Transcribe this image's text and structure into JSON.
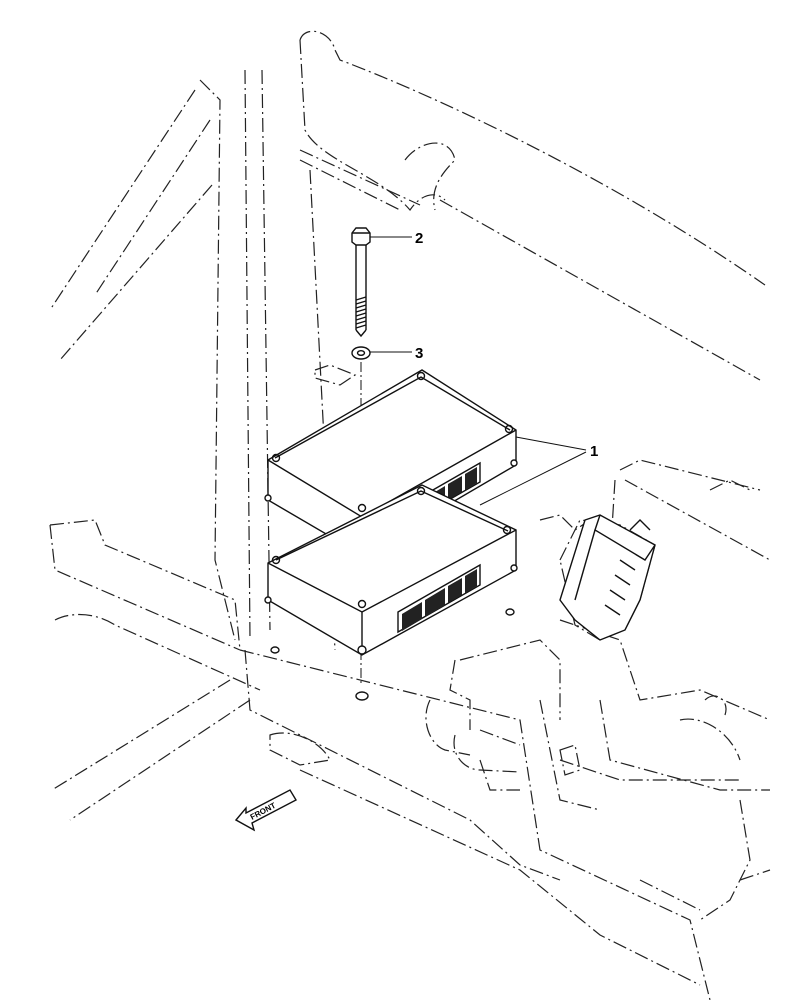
{
  "callouts": {
    "item_1": "1",
    "item_2": "2",
    "item_3": "3"
  },
  "direction_arrow": {
    "label": "FRONT"
  }
}
